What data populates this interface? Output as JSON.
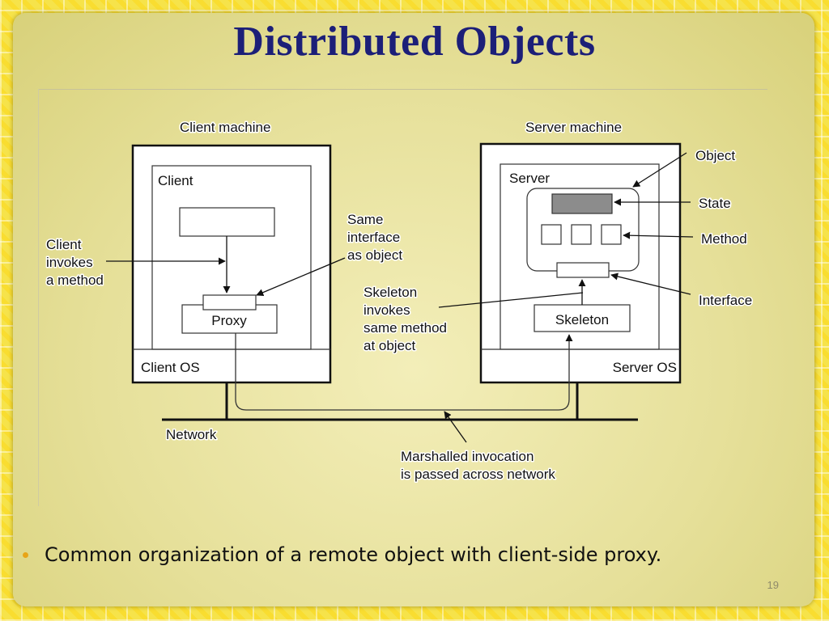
{
  "slide": {
    "title": "Distributed Objects",
    "bullet": "Common organization of a remote object with client-side proxy.",
    "number": "19",
    "bullet_color": "#e8a417",
    "title_color": "#1c1f78"
  },
  "diagram": {
    "client_machine": "Client machine",
    "server_machine": "Server machine",
    "client": "Client",
    "server": "Server",
    "proxy": "Proxy",
    "skeleton": "Skeleton",
    "client_os": "Client OS",
    "server_os": "Server OS",
    "network": "Network",
    "object": "Object",
    "state": "State",
    "method": "Method",
    "interface": "Interface",
    "client_invokes": [
      "Client",
      "invokes",
      "a method"
    ],
    "same_interface": [
      "Same",
      "interface",
      "as object"
    ],
    "skeleton_invokes": [
      "Skeleton",
      "invokes",
      "same method",
      "at object"
    ],
    "marshalled": [
      "Marshalled invocation",
      "is passed across network"
    ]
  }
}
